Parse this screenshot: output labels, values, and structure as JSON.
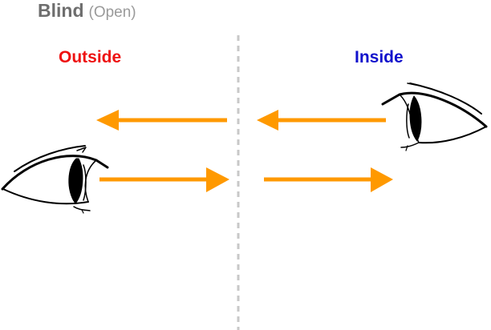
{
  "header": {
    "title": "Blind",
    "state": "(Open)"
  },
  "labels": {
    "outside": "Outside",
    "inside": "Inside"
  },
  "colors": {
    "title": "#6e6e6e",
    "subtitle": "#9a9a9a",
    "outside": "#ee1111",
    "inside": "#1111cc",
    "arrow": "#ff9900",
    "divider": "#c8c8c8"
  },
  "icons": {
    "left_eye": "eye-icon",
    "right_eye": "eye-icon",
    "arrows": "arrow-icon"
  }
}
